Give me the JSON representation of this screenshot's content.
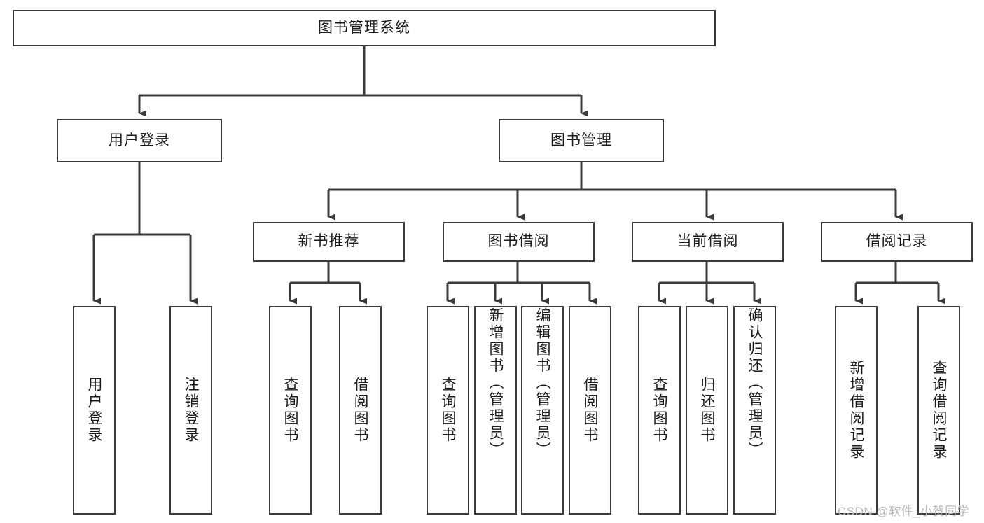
{
  "diagram": {
    "title": "图书管理系统",
    "type": "hierarchy-tree",
    "levels": 4,
    "nodes": {
      "root": {
        "label": "图书管理系统"
      },
      "level2": [
        {
          "id": "user-login",
          "label": "用户登录"
        },
        {
          "id": "book-management",
          "label": "图书管理"
        }
      ],
      "level3": [
        {
          "id": "new-book-recommend",
          "label": "新书推荐",
          "parent": "book-management"
        },
        {
          "id": "book-borrow",
          "label": "图书借阅",
          "parent": "book-management"
        },
        {
          "id": "current-borrow",
          "label": "当前借阅",
          "parent": "book-management"
        },
        {
          "id": "borrow-record",
          "label": "借阅记录",
          "parent": "book-management"
        }
      ],
      "leaves": {
        "user-login": [
          {
            "id": "leaf-user-login",
            "label": "用户登录"
          },
          {
            "id": "leaf-logout",
            "label": "注销登录"
          }
        ],
        "new-book-recommend": [
          {
            "id": "leaf-query-book-1",
            "label": "查询图书"
          },
          {
            "id": "leaf-borrow-book-1",
            "label": "借阅图书"
          }
        ],
        "book-borrow": [
          {
            "id": "leaf-query-book-2",
            "label": "查询图书"
          },
          {
            "id": "leaf-add-book",
            "label": "新增图书（管理员）"
          },
          {
            "id": "leaf-edit-book",
            "label": "编辑图书（管理员）"
          },
          {
            "id": "leaf-borrow-book-2",
            "label": "借阅图书"
          }
        ],
        "current-borrow": [
          {
            "id": "leaf-query-book-3",
            "label": "查询图书"
          },
          {
            "id": "leaf-return-book",
            "label": "归还图书"
          },
          {
            "id": "leaf-confirm-return",
            "label": "确认归还（管理员）"
          }
        ],
        "borrow-record": [
          {
            "id": "leaf-add-record",
            "label": "新增借阅记录"
          },
          {
            "id": "leaf-query-record",
            "label": "查询借阅记录"
          }
        ]
      }
    },
    "watermark": "CSDN @软件_小贺同学",
    "colors": {
      "stroke": "#3a3a3a",
      "fill": "#ffffff",
      "text": "#1c1c1c",
      "watermark": "#b9b9b9"
    }
  }
}
